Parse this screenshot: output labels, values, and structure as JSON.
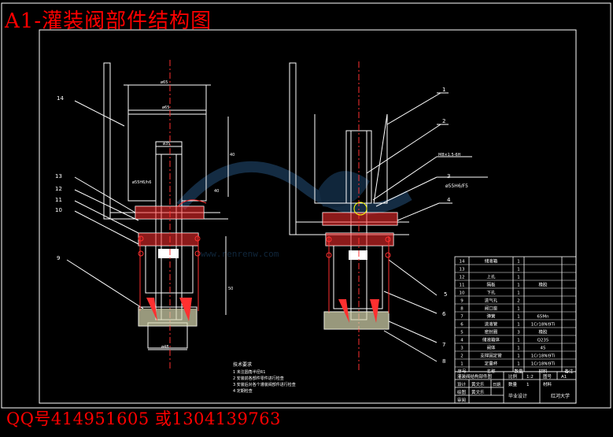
{
  "header": {
    "title": "A1-灌装阀部件结构图"
  },
  "footer": {
    "contact": "QQ号414951605 或1304139763"
  },
  "drawing": {
    "left_callouts": [
      "14",
      "13",
      "12",
      "11",
      "10",
      "9"
    ],
    "right_callouts": [
      "1",
      "2",
      "3",
      "4",
      "5",
      "6",
      "7",
      "8"
    ],
    "dims_left": [
      "ø65",
      "ø65",
      "ø35",
      "ø55H6/h6",
      "40",
      "40",
      "50",
      "ø48"
    ],
    "dims_right": [
      "M8×1.5-6H",
      "ø55H6/F5"
    ],
    "tech_notes": {
      "title": "技术要求",
      "items": [
        "1 未注圆角半径R1",
        "2 安装前各部件零件进行检查",
        "3 安装后对各个灌装阀部件进行检查",
        "4 定期检查"
      ]
    },
    "watermark": "www.renrenw.com"
  },
  "bom": {
    "rows": [
      [
        "14",
        "储液箱",
        "1",
        ""
      ],
      [
        "13",
        "",
        "1",
        ""
      ],
      [
        "12",
        "上孔",
        "1",
        ""
      ],
      [
        "11",
        "隔板",
        "1",
        "橡胶"
      ],
      [
        "10",
        "下孔",
        "1",
        ""
      ],
      [
        "9",
        "进气孔",
        "2",
        ""
      ],
      [
        "8",
        "阀口座",
        "1",
        ""
      ],
      [
        "7",
        "弹簧",
        "1",
        "65Mn"
      ],
      [
        "6",
        "进液管",
        "1",
        "1Cr18Ni9Ti"
      ],
      [
        "5",
        "密封圈",
        "3",
        "橡胶"
      ],
      [
        "4",
        "储液箱体",
        "1",
        "Q235"
      ],
      [
        "3",
        "阀体",
        "1",
        "45"
      ],
      [
        "2",
        "支撑固定管",
        "1",
        "1Cr18Ni9Ti"
      ],
      [
        "1",
        "定量杯",
        "1",
        "1Cr18Ni9Ti"
      ]
    ],
    "header": [
      "序号",
      "名称",
      "数量",
      "材料",
      "备注"
    ],
    "title": "灌装阀结构部件图",
    "scale_label": "比例",
    "scale": "1:2",
    "sheet_label": "图号",
    "sheet": "A1",
    "qty_label": "数量",
    "qty": "1",
    "material_label": "材料",
    "design": "设计",
    "designer": "黄文乐",
    "date_label": "日期",
    "draw": "绘图",
    "drawer": "黄文乐",
    "check": "审阅",
    "project": "毕业设计",
    "school": "红河大学"
  }
}
